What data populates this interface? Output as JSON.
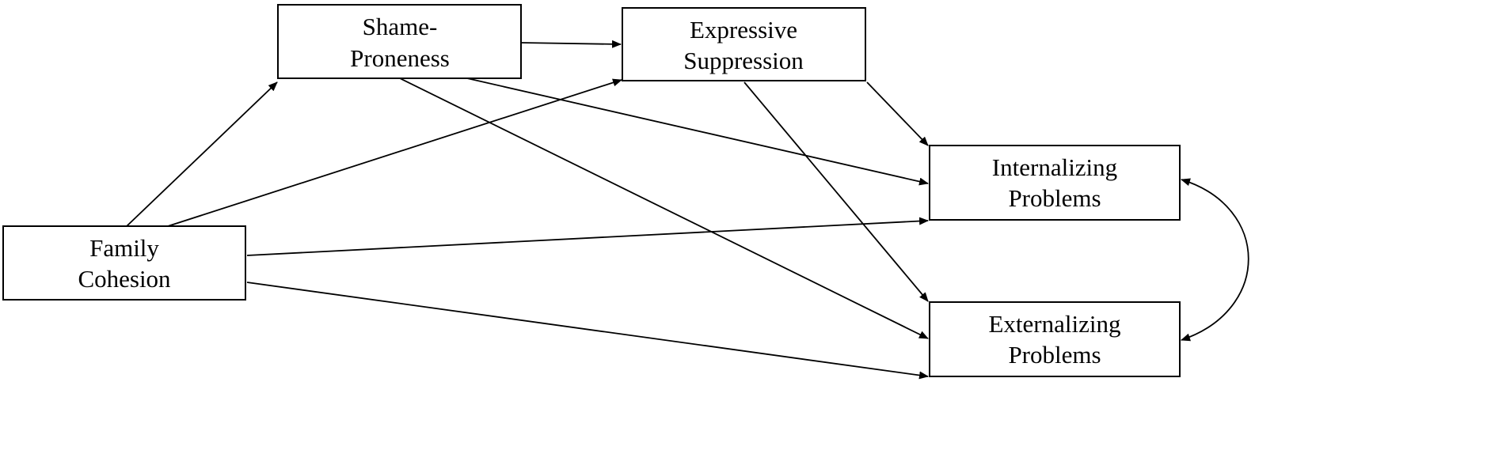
{
  "nodes": {
    "shame": {
      "lines": [
        "Shame-",
        "Proneness"
      ]
    },
    "suppression": {
      "lines": [
        "Expressive",
        "Suppression"
      ]
    },
    "family": {
      "lines": [
        "Family",
        "Cohesion"
      ]
    },
    "internalizing": {
      "lines": [
        "Internalizing",
        "Problems"
      ]
    },
    "externalizing": {
      "lines": [
        "Externalizing",
        "Problems"
      ]
    }
  },
  "edges": [
    {
      "from": "family",
      "to": "shame",
      "kind": "directed"
    },
    {
      "from": "family",
      "to": "suppression",
      "kind": "directed"
    },
    {
      "from": "family",
      "to": "internalizing",
      "kind": "directed"
    },
    {
      "from": "family",
      "to": "externalizing",
      "kind": "directed"
    },
    {
      "from": "shame",
      "to": "suppression",
      "kind": "directed"
    },
    {
      "from": "shame",
      "to": "internalizing",
      "kind": "directed"
    },
    {
      "from": "shame",
      "to": "externalizing",
      "kind": "directed"
    },
    {
      "from": "suppression",
      "to": "internalizing",
      "kind": "directed"
    },
    {
      "from": "suppression",
      "to": "externalizing",
      "kind": "directed"
    },
    {
      "from": "internalizing",
      "to": "externalizing",
      "kind": "covariance"
    }
  ]
}
